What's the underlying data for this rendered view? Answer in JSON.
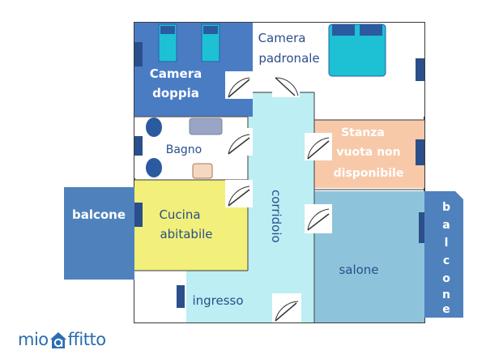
{
  "rooms": {
    "camera_doppia": {
      "line1": "Camera",
      "line2": "doppia"
    },
    "camera_padronale": {
      "line1": "Camera",
      "line2": "padronale"
    },
    "bagno": {
      "label": "Bagno"
    },
    "stanza": {
      "line1": "Stanza",
      "line2": "vuota non",
      "line3": "disponibile"
    },
    "balcone_left": {
      "label": "balcone"
    },
    "cucina": {
      "line1": "Cucina",
      "line2": "abitabile"
    },
    "corridoio": {
      "label": "corridoio"
    },
    "salone": {
      "label": "salone"
    },
    "ingresso": {
      "label": "ingresso"
    },
    "balcone_right": {
      "letters": [
        "b",
        "a",
        "l",
        "c",
        "o",
        "n",
        "e"
      ]
    }
  },
  "brand": {
    "left": "mio",
    "right": "ffitto"
  },
  "colors": {
    "camera_doppia": "#4a7cc4",
    "corridor": "#bdeef3",
    "stanza": "#f7c9a9",
    "cucina": "#f2ef7a",
    "salone": "#8dc4db",
    "balcone": "#4f82bd",
    "bed": "#1ec0d4",
    "wall": "#3a3a3a",
    "brand": "#2c6cb0"
  }
}
